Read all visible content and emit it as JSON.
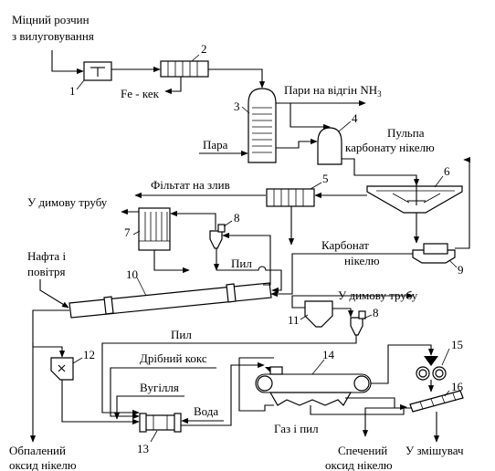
{
  "labels": {
    "strong_solution_1": "Міцний розчин",
    "strong_solution_2": "з вилуговування",
    "fe_cake": "Fe - кек",
    "steam_nh3": "Пари на відгін NH",
    "steam_nh3_sub": "3",
    "steam": "Пара",
    "pulp_1": "Пульпа",
    "pulp_2": "карбонату нікелю",
    "filtrate": "Фільтат на злив",
    "chimney_1": "У димову трубу",
    "oil_air_1": "Нафта і",
    "oil_air_2": "повітря",
    "carbonate_1": "Карбонат",
    "carbonate_2": "нікелю",
    "dust_1": "Пил",
    "chimney_2": "У димову трубу",
    "dust_2": "Пил",
    "fine_coke": "Дрібний кокс",
    "coal": "Вугілля",
    "water": "Вода",
    "gas_dust": "Газ і пил",
    "calcined_1": "Обпалений",
    "calcined_2": "оксид  нікелю",
    "sintered_1": "Спечений",
    "sintered_2": "оксид нікелю",
    "mixer": "У змішувач"
  },
  "numbers": [
    "1",
    "2",
    "3",
    "4",
    "5",
    "6",
    "7",
    "8",
    "9",
    "10",
    "11",
    "8",
    "12",
    "13",
    "14",
    "15",
    "16"
  ]
}
